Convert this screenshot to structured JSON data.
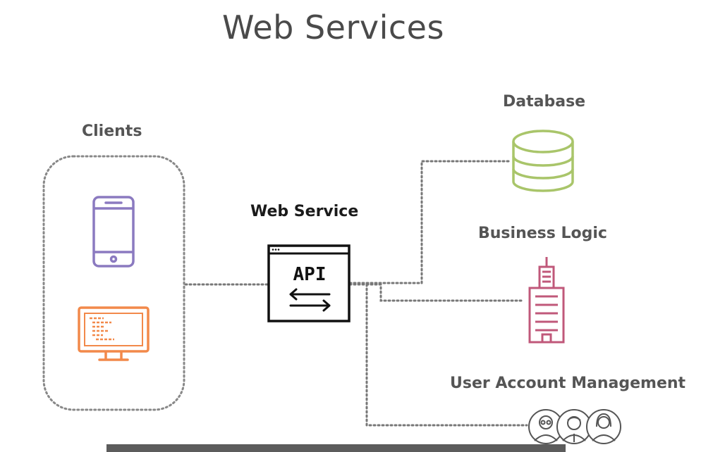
{
  "title": "Web Services",
  "nodes": {
    "clients": "Clients",
    "web_service": "Web Service",
    "api": "API",
    "database": "Database",
    "business_logic": "Business Logic",
    "user_account_management": "User Account Management"
  },
  "icons": {
    "phone": "mobile-phone-icon",
    "monitor": "desktop-monitor-icon",
    "api_window": "api-window-icon",
    "database": "database-icon",
    "building": "building-icon",
    "users": "users-icon"
  },
  "colors": {
    "title": "#4a4a4a",
    "label": "#555555",
    "label_dark": "#1a1a1a",
    "connector": "#777777",
    "phone": "#8b7ac0",
    "monitor": "#f2894a",
    "database": "#a9c56a",
    "building": "#c0587a",
    "users": "#555555",
    "api": "#111111"
  }
}
